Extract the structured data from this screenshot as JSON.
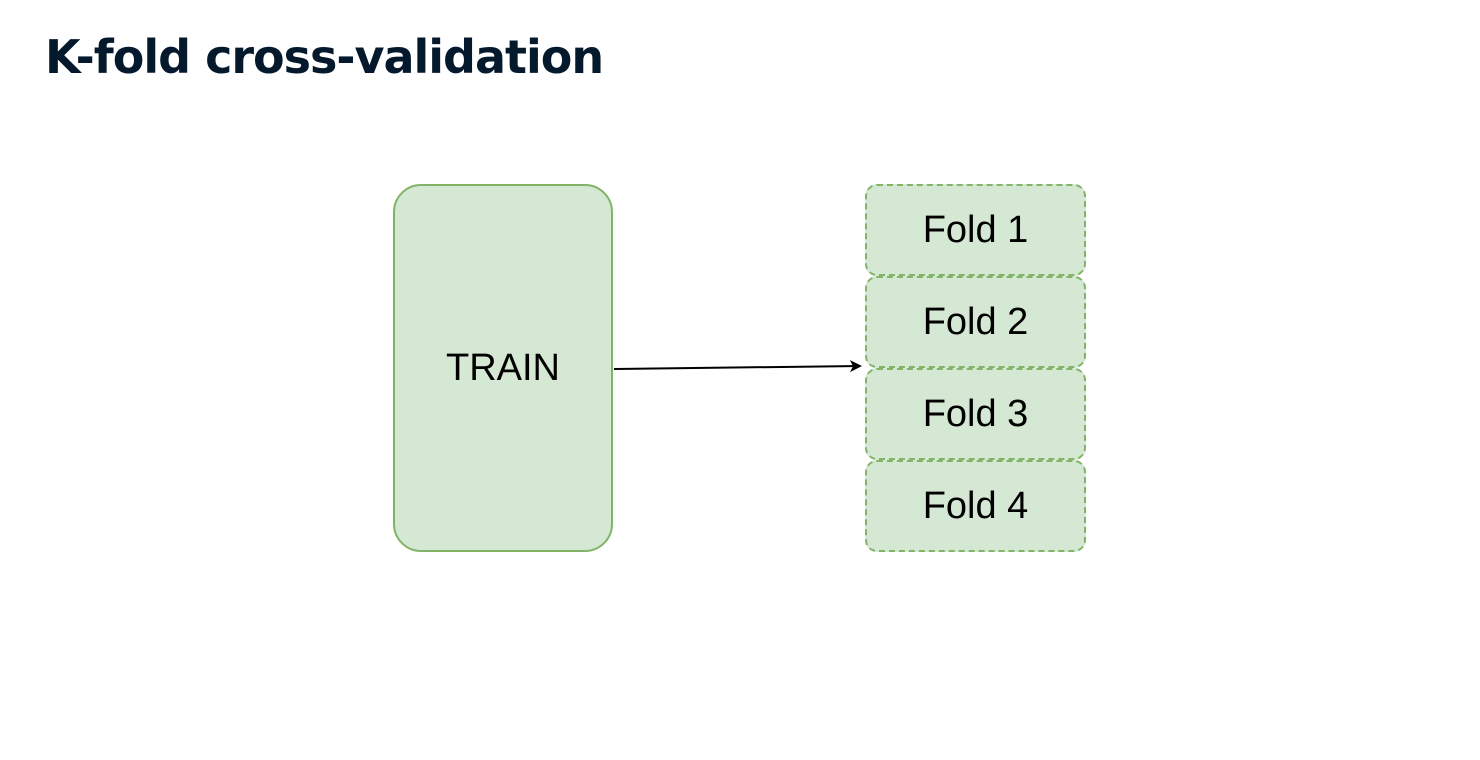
{
  "slide": {
    "title": "K-fold cross-validation"
  },
  "diagram": {
    "source": {
      "label": "TRAIN",
      "fill": "#d5e8d4",
      "stroke": "#82b366"
    },
    "folds": [
      {
        "label": "Fold 1"
      },
      {
        "label": "Fold 2"
      },
      {
        "label": "Fold 3"
      },
      {
        "label": "Fold 4"
      }
    ],
    "fold_fill": "#d5e8d4",
    "fold_stroke": "#82b366",
    "arrow_color": "#000000",
    "title_color": "#05192d"
  }
}
